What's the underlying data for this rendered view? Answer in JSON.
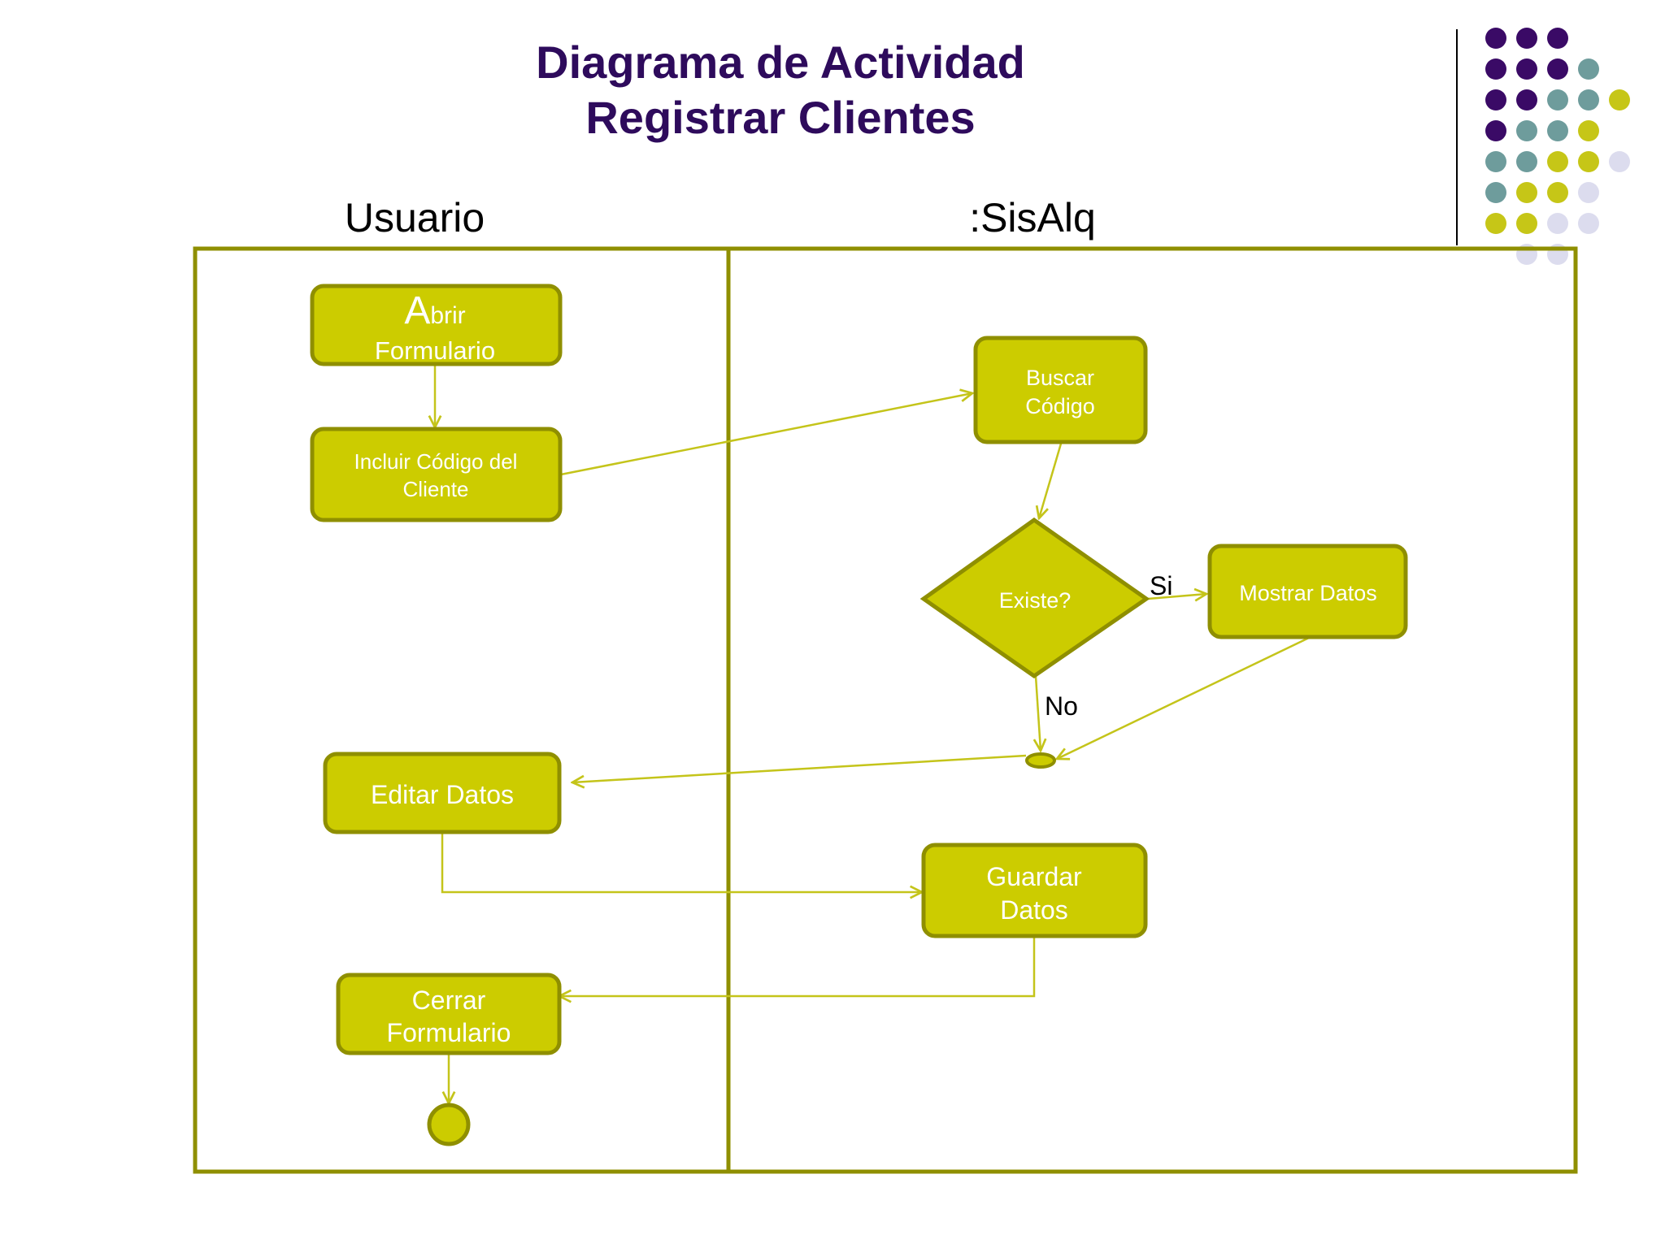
{
  "title": {
    "line1": "Diagrama de Actividad",
    "line2": "Registrar Clientes"
  },
  "lanes": {
    "usuario": "Usuario",
    "sistema": ":SisAlq"
  },
  "nodes": {
    "abrir_formulario": {
      "big_letter": "A",
      "rest_line1": "brir",
      "line2": "Formulario"
    },
    "incluir_codigo": {
      "line1": "Incluir Código del",
      "line2": "Cliente"
    },
    "buscar_codigo": {
      "line1": "Buscar",
      "line2": "Código"
    },
    "existe": {
      "label": "Existe?"
    },
    "mostrar_datos": {
      "label": "Mostrar Datos"
    },
    "editar_datos": {
      "label": "Editar Datos"
    },
    "guardar_datos": {
      "line1": "Guardar",
      "line2": "Datos"
    },
    "cerrar_formulario": {
      "line1": "Cerrar",
      "line2": "Formulario"
    }
  },
  "branches": {
    "yes": "Si",
    "no": "No"
  },
  "colors": {
    "title": "#2e0b5c",
    "node_fill": "#cccc00",
    "node_stroke": "#8f8f00",
    "edge": "#c4c41a",
    "lane_border": "#8f8f00",
    "dot_purple": "#3a0a66",
    "dot_teal": "#6e9c9c",
    "dot_yellow": "#c6c617",
    "dot_lavender": "#dcdcee"
  },
  "decoration": {
    "dot_grid": [
      [
        "purple",
        "purple",
        "purple",
        "",
        "",
        ""
      ],
      [
        "purple",
        "purple",
        "purple",
        "teal",
        "",
        ""
      ],
      [
        "purple",
        "purple",
        "teal",
        "teal",
        "yellow",
        ""
      ],
      [
        "purple",
        "teal",
        "teal",
        "yellow",
        "",
        ""
      ],
      [
        "teal",
        "teal",
        "yellow",
        "yellow",
        "lavender",
        ""
      ],
      [
        "teal",
        "yellow",
        "yellow",
        "lavender",
        "",
        ""
      ],
      [
        "yellow",
        "yellow",
        "lavender",
        "lavender",
        "",
        ""
      ],
      [
        "",
        "lavender",
        "lavender",
        "",
        "",
        ""
      ]
    ]
  }
}
